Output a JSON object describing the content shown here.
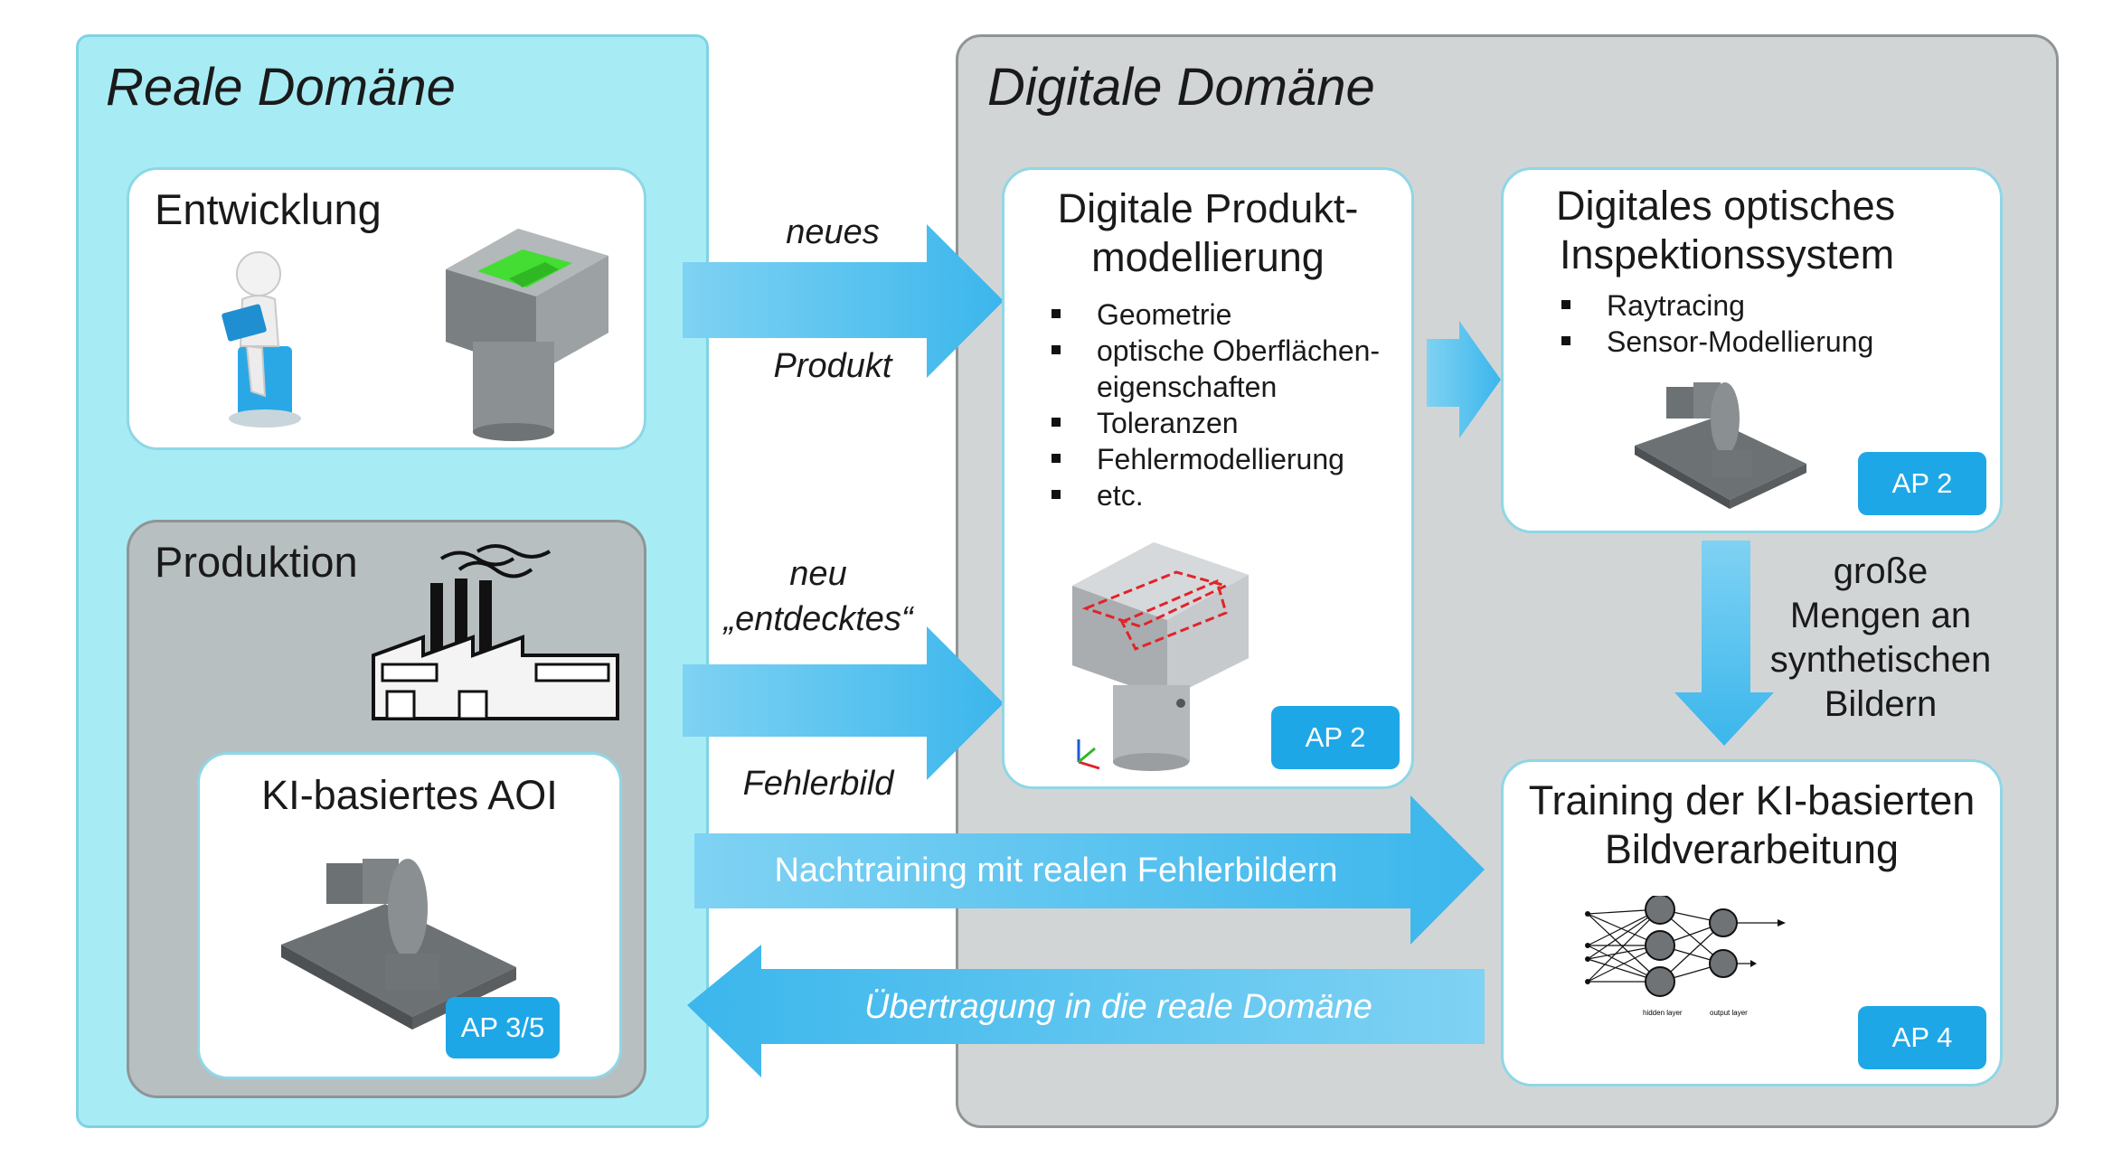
{
  "real_domain": {
    "title": "Reale Domäne",
    "development": {
      "title": "Entwicklung"
    },
    "production": {
      "title": "Produktion",
      "aoi": {
        "title": "KI-basiertes AOI",
        "badge": "AP 3/5"
      }
    }
  },
  "digital_domain": {
    "title": "Digitale Domäne",
    "product_modeling": {
      "title_line1": "Digitale Produkt-",
      "title_line2": "modellierung",
      "bullets": [
        "Geometrie",
        "optische Oberflächen-",
        "eigenschaften",
        "Toleranzen",
        "Fehlermodellierung",
        "etc."
      ],
      "badge": "AP 2"
    },
    "inspection_system": {
      "title_line1": "Digitales optisches",
      "title_line2": "Inspektionssystem",
      "bullets": [
        "Raytracing",
        "Sensor-Modellierung"
      ],
      "badge": "AP 2"
    },
    "training": {
      "title_line1": "Training der KI-basierten",
      "title_line2": "Bildverarbeitung",
      "badge": "AP 4",
      "nn_labels": {
        "hidden": "hidden layer",
        "output": "output layer"
      }
    }
  },
  "arrows": {
    "new_product": {
      "top": "neues",
      "bottom": "Produkt"
    },
    "error_image": {
      "top_line1": "neu",
      "top_line2": "„entdecktes“",
      "bottom": "Fehlerbild"
    },
    "retraining": "Nachtraining mit realen Fehlerbildern",
    "transfer": "Übertragung in die reale Domäne",
    "synthetic_images": [
      "große",
      "Mengen an",
      "synthetischen",
      "Bildern"
    ]
  },
  "colors": {
    "real_domain_bg": "#a7ecf5",
    "digital_domain_bg": "#d2d5d6",
    "arrow_blue": "#4fc0ef",
    "badge_blue": "#1ea7e7",
    "highlight_green": "#44dd33",
    "defect_red": "#e0242a"
  }
}
